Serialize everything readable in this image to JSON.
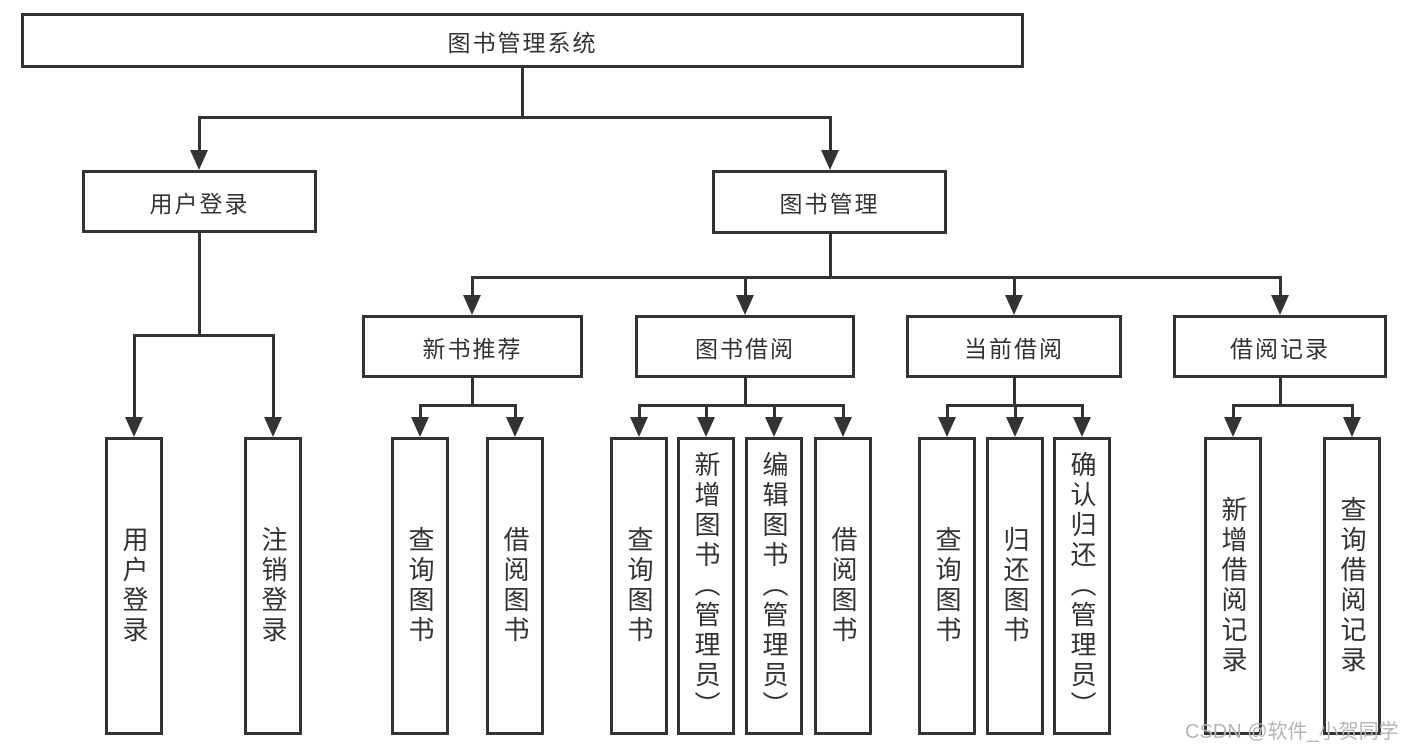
{
  "diagram": {
    "colors": {
      "line": "#333333",
      "text": "#333333",
      "box_background": "#ffffff",
      "watermark": "#b5b5b5"
    },
    "watermark": "CSDN @软件_小贺同学"
  },
  "tree": {
    "label": "图书管理系统",
    "children": [
      {
        "label": "用户登录",
        "children": [
          {
            "label": "用户登录"
          },
          {
            "label": "注销登录"
          }
        ]
      },
      {
        "label": "图书管理",
        "children": [
          {
            "label": "新书推荐",
            "children": [
              {
                "label": "查询图书"
              },
              {
                "label": "借阅图书"
              }
            ]
          },
          {
            "label": "图书借阅",
            "children": [
              {
                "label": "查询图书"
              },
              {
                "label": "新增图书（管理员）"
              },
              {
                "label": "编辑图书（管理员）"
              },
              {
                "label": "借阅图书"
              }
            ]
          },
          {
            "label": "当前借阅",
            "children": [
              {
                "label": "查询图书"
              },
              {
                "label": "归还图书"
              },
              {
                "label": "确认归还（管理员）"
              }
            ]
          },
          {
            "label": "借阅记录",
            "children": [
              {
                "label": "新增借阅记录"
              },
              {
                "label": "查询借阅记录"
              }
            ]
          }
        ]
      }
    ]
  }
}
